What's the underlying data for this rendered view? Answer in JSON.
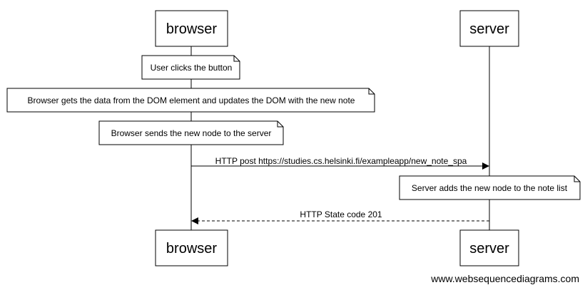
{
  "participants": {
    "browser": "browser",
    "server": "server"
  },
  "notes": [
    "User clicks the button",
    "Browser gets the data from the DOM element and updates the DOM with the new note",
    "Browser sends the new node to the server",
    "Server adds the new node to the note list"
  ],
  "messages": [
    "HTTP post https://studies.cs.helsinki.fi/exampleapp/new_note_spa",
    "HTTP State code 201"
  ],
  "watermark": "www.websequencediagrams.com"
}
